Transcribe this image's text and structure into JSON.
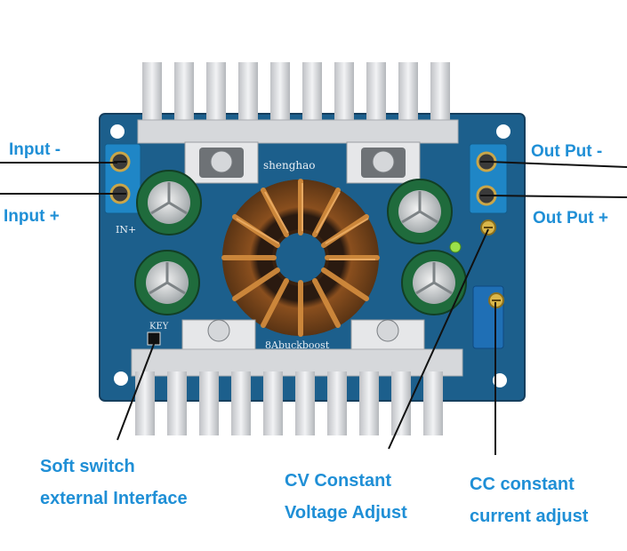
{
  "labels": {
    "input_minus": "Input -",
    "input_plus": "Input +",
    "output_minus": "Out Put -",
    "output_plus": "Out Put +",
    "soft_switch_line1": "Soft switch",
    "soft_switch_line2": "external Interface",
    "cv_line1": "CV Constant",
    "cv_line2": "Voltage Adjust",
    "cc_line1": "CC constant",
    "cc_line2": "current adjust"
  },
  "board_text": {
    "brand": "shenghao",
    "model": "8Abuckboost",
    "key": "KEY",
    "in_plus": "IN+"
  },
  "colors": {
    "label": "#1f8fd6",
    "pcb": "#1c5f8c",
    "heatsink": "#dcdde0",
    "capacitor": "#1f6b3c",
    "copper": "#b8732e",
    "terminal": "#1f86c6"
  }
}
